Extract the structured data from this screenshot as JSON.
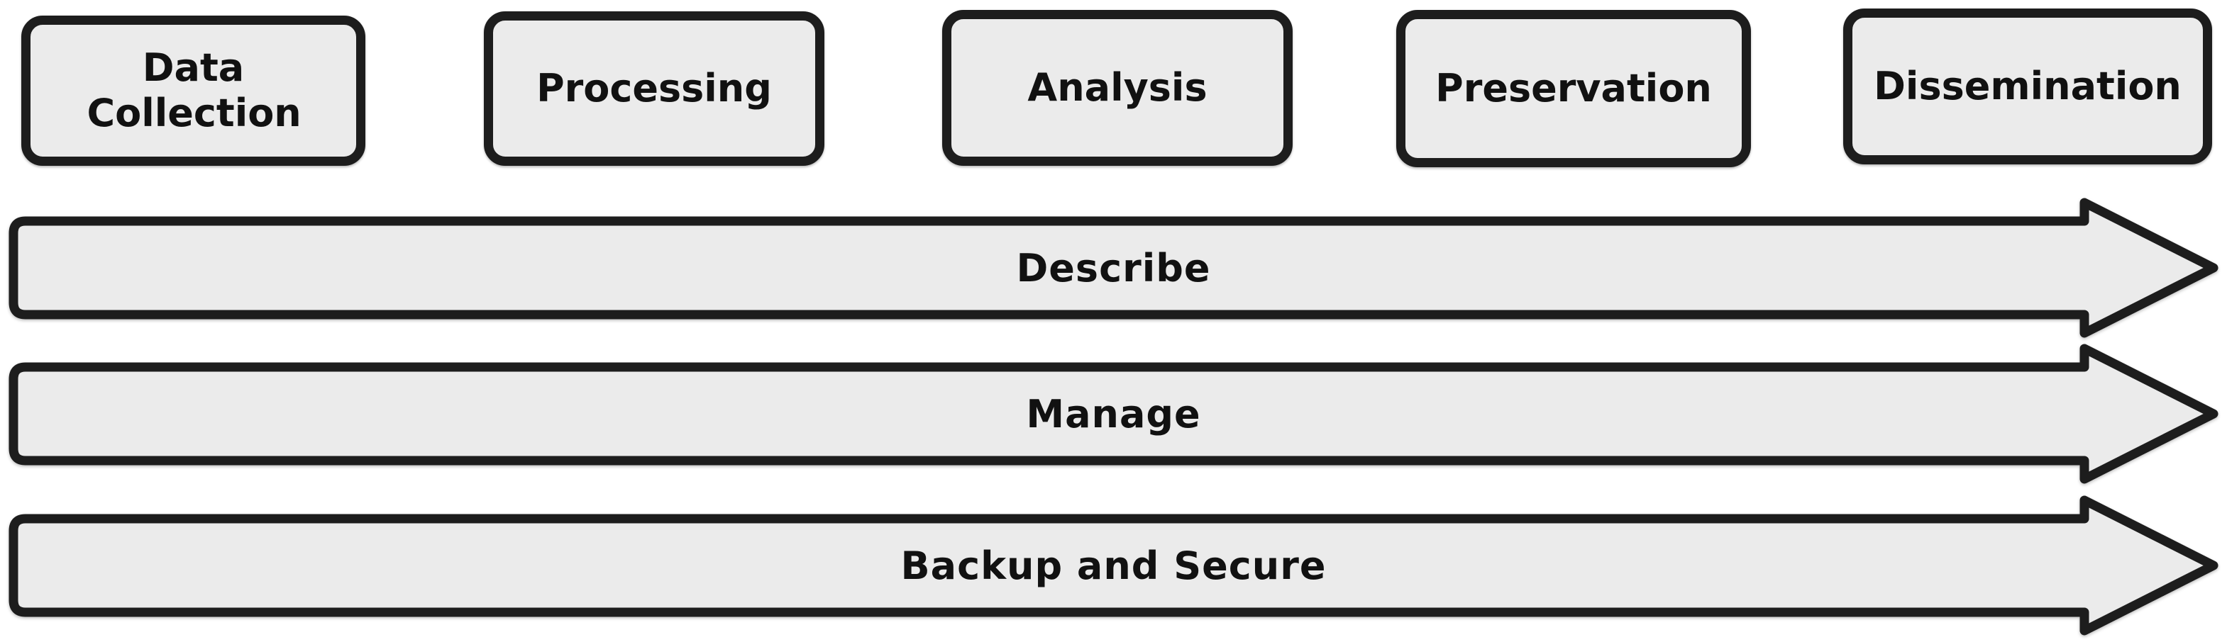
{
  "diagram": {
    "kind": "data-lifecycle-flow",
    "stages": [
      {
        "label": "Data Collection"
      },
      {
        "label": "Processing"
      },
      {
        "label": "Analysis"
      },
      {
        "label": "Preservation"
      },
      {
        "label": "Dissemination"
      }
    ],
    "arrows": [
      {
        "label": "Describe"
      },
      {
        "label": "Manage"
      },
      {
        "label": "Backup and Secure"
      }
    ]
  },
  "colors": {
    "shape_fill": "#ebebeb",
    "stroke": "#1d1d1d",
    "text": "#111111",
    "background": "#ffffff"
  }
}
